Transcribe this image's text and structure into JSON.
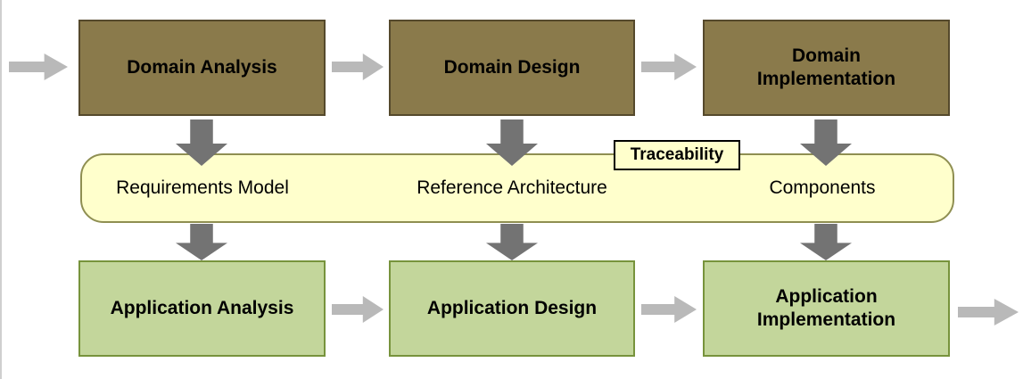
{
  "diagram": {
    "top_row": [
      {
        "label": "Domain Analysis"
      },
      {
        "label": "Domain Design"
      },
      {
        "label": "Domain Implementation"
      }
    ],
    "middle_band": {
      "items": [
        "Requirements Model",
        "Reference Architecture",
        "Components"
      ],
      "traceability_label": "Traceability"
    },
    "bottom_row": [
      {
        "label": "Application Analysis"
      },
      {
        "label": "Application Design"
      },
      {
        "label": "Application Implementation"
      }
    ],
    "colors": {
      "domain_box_fill": "#8a7a4b",
      "domain_box_border": "#55492c",
      "application_box_fill": "#c3d69b",
      "application_box_border": "#77933c",
      "band_fill": "#ffffcc",
      "band_border": "#8f8f52",
      "traceability_border": "#000000",
      "horizontal_arrow": "#b9b9b9",
      "vertical_arrow": "#737373"
    }
  }
}
